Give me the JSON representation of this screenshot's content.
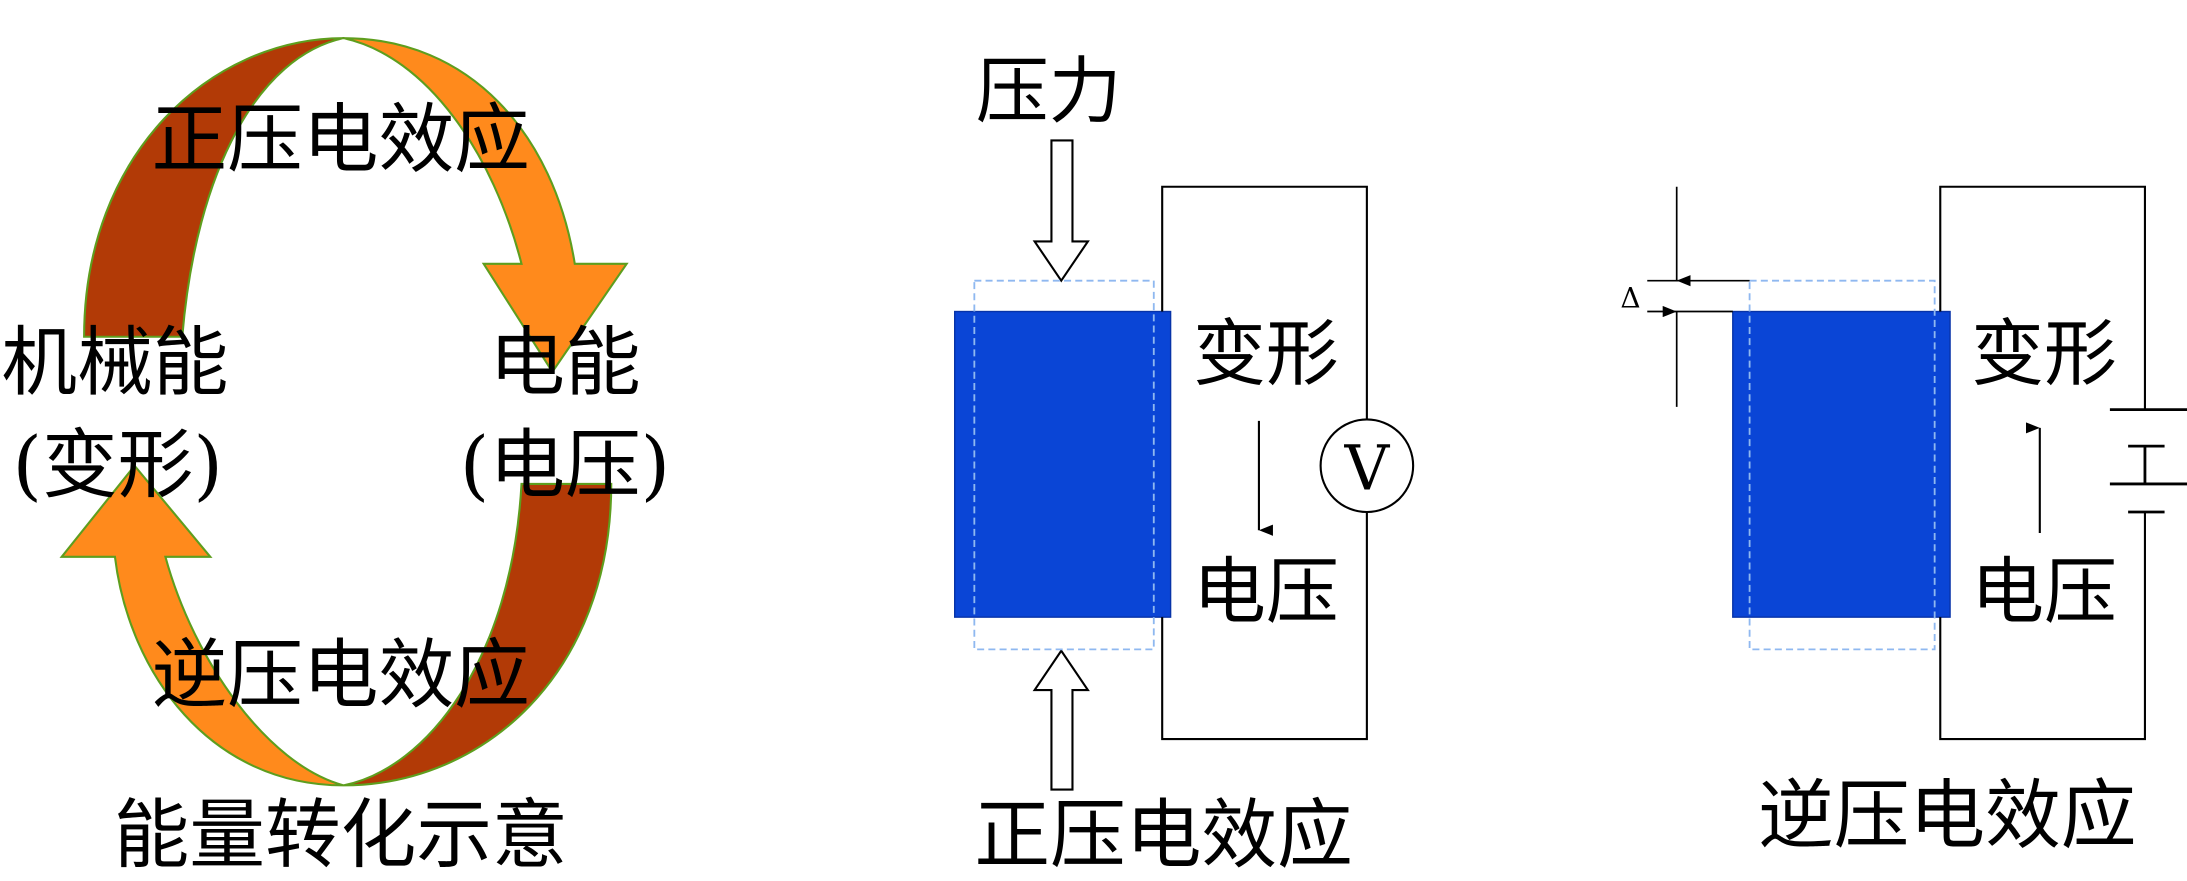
{
  "colors": {
    "arrow_dark": "#b23a06",
    "arrow_light": "#ff8a1c",
    "arrow_outline": "#5e9e1e",
    "crystal": "#0a45d6",
    "dashed": "#8fb8f0"
  },
  "cycle": {
    "top_label": "正压电效应",
    "bottom_label": "逆压电效应",
    "left_label_1": "机械能",
    "left_label_2": "(变形)",
    "right_label_1": "电能",
    "right_label_2": "(电压)",
    "caption": "能量转化示意"
  },
  "direct": {
    "force_label": "压力",
    "deform_label": "变形",
    "voltage_label": "电压",
    "meter_label": "V",
    "caption": "正压电效应"
  },
  "converse": {
    "delta_label": "Δ",
    "deform_label": "变形",
    "voltage_label": "电压",
    "caption": "逆压电效应"
  }
}
